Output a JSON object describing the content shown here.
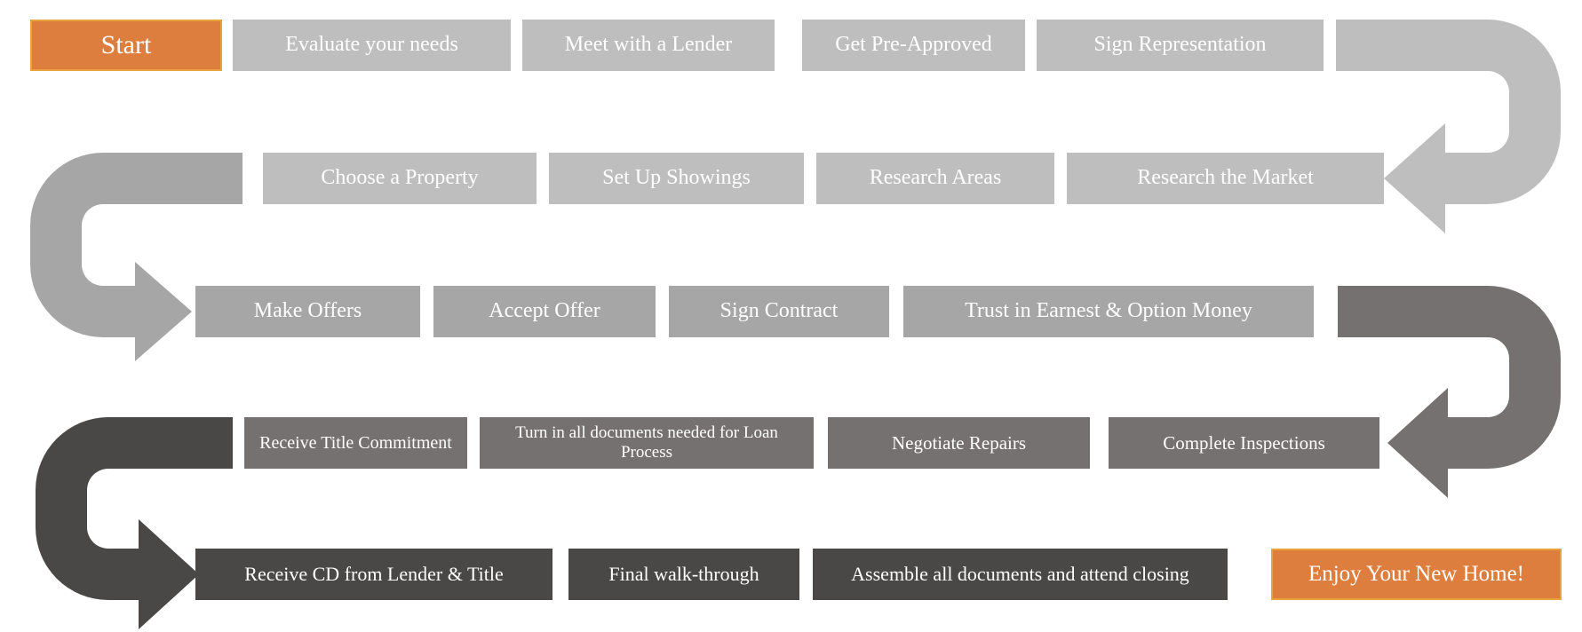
{
  "colors": {
    "gray_light": "#BEBEBE",
    "gray_medium": "#A6A6A6",
    "gray_dark": "#767171",
    "gray_charcoal": "#4A4747",
    "accent_orange": "#DD7D3E",
    "accent_orange_border": "#E8A33D",
    "text": "#FFFFFF",
    "background": "#FFFFFF"
  },
  "steps": [
    {
      "id": "start",
      "label": "Start"
    },
    {
      "id": "evaluate-your-needs",
      "label": "Evaluate your needs"
    },
    {
      "id": "meet-with-a-lender",
      "label": "Meet with a Lender"
    },
    {
      "id": "get-pre-approved",
      "label": "Get Pre-Approved"
    },
    {
      "id": "sign-representation",
      "label": "Sign Representation"
    },
    {
      "id": "research-the-market",
      "label": "Research the Market"
    },
    {
      "id": "research-areas",
      "label": "Research Areas"
    },
    {
      "id": "set-up-showings",
      "label": "Set Up Showings"
    },
    {
      "id": "choose-a-property",
      "label": "Choose a Property"
    },
    {
      "id": "make-offers",
      "label": "Make Offers"
    },
    {
      "id": "accept-offer",
      "label": "Accept Offer"
    },
    {
      "id": "sign-contract",
      "label": "Sign Contract"
    },
    {
      "id": "trust-in-earnest-and-option-money",
      "label": "Trust in Earnest & Option Money"
    },
    {
      "id": "complete-inspections",
      "label": "Complete Inspections"
    },
    {
      "id": "negotiate-repairs",
      "label": "Negotiate Repairs"
    },
    {
      "id": "turn-in-loan-documents",
      "label": "Turn in all documents needed for Loan Process"
    },
    {
      "id": "receive-title-commitment",
      "label": "Receive Title Commitment"
    },
    {
      "id": "receive-cd-from-lender-and-title",
      "label": "Receive CD from Lender & Title"
    },
    {
      "id": "final-walk-through",
      "label": "Final walk-through"
    },
    {
      "id": "assemble-documents-attend-closing",
      "label": "Assemble all documents and attend closing"
    },
    {
      "id": "enjoy-your-new-home",
      "label": "Enjoy Your New Home!"
    }
  ]
}
